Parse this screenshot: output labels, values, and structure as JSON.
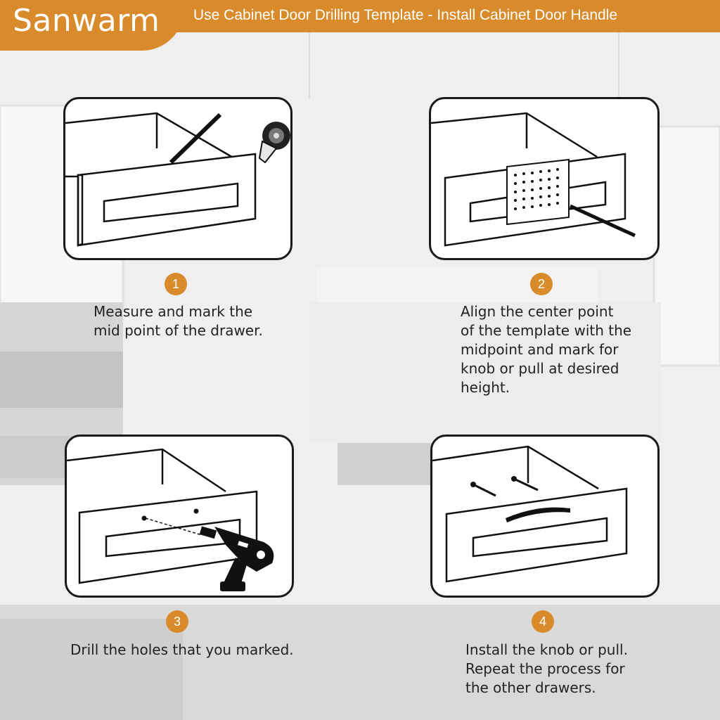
{
  "header": {
    "brand": "Sanwarm",
    "title": "Use Cabinet Door Drilling Template - Install Cabinet Door Handle"
  },
  "colors": {
    "accent": "#d98b2b",
    "panel_border": "#1a1a1a"
  },
  "steps": [
    {
      "number": "1",
      "lines": [
        "Measure and mark the",
        "mid point of the drawer."
      ],
      "icon": "tape-measure-icon"
    },
    {
      "number": "2",
      "lines": [
        "Align the center point",
        "of the template with the",
        "midpoint and mark for",
        "knob or pull at desired",
        "height."
      ],
      "icon": "drilling-template-icon"
    },
    {
      "number": "3",
      "lines": [
        "Drill the holes that you marked."
      ],
      "icon": "power-drill-icon"
    },
    {
      "number": "4",
      "lines": [
        "Install the knob or pull.",
        "Repeat the process for",
        "the other drawers."
      ],
      "icon": "drawer-pull-icon"
    }
  ]
}
